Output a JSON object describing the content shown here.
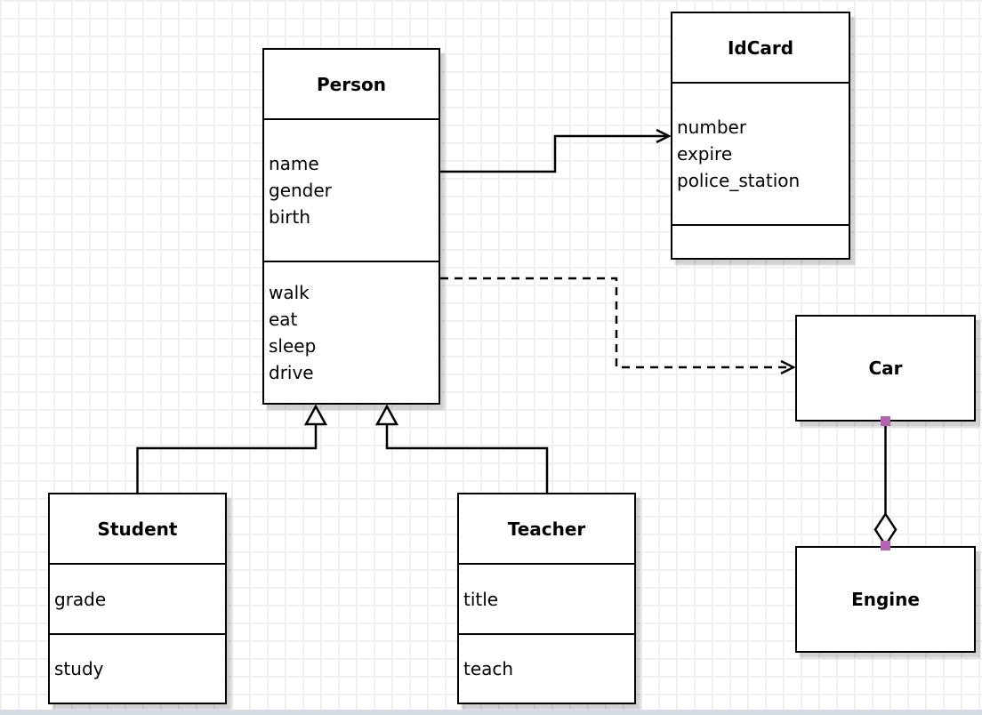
{
  "canvas": {
    "background": "#ffffff",
    "grid_color": "#f0f0f3",
    "bottom_strip_color": "#d4dde5"
  },
  "colors": {
    "stroke": "#000000",
    "handle": "#b266b2",
    "shape_fill": "#ffffff"
  },
  "classes": {
    "person": {
      "title": "Person",
      "attributes": [
        "name",
        "gender",
        "birth"
      ],
      "methods": [
        "walk",
        "eat",
        "sleep",
        "drive"
      ]
    },
    "idcard": {
      "title": "IdCard",
      "attributes": [
        "number",
        "expire",
        "police_station"
      ],
      "methods": []
    },
    "car": {
      "title": "Car"
    },
    "engine": {
      "title": "Engine"
    },
    "student": {
      "title": "Student",
      "attributes": [
        "grade"
      ],
      "methods": [
        "study"
      ]
    },
    "teacher": {
      "title": "Teacher",
      "attributes": [
        "title"
      ],
      "methods": [
        "teach"
      ]
    }
  },
  "edges": [
    {
      "from": "Person",
      "to": "IdCard",
      "type": "association",
      "style": "solid-open-arrow"
    },
    {
      "from": "Person",
      "to": "Car",
      "type": "dependency",
      "style": "dashed-open-arrow"
    },
    {
      "from": "Student",
      "to": "Person",
      "type": "generalization",
      "style": "solid-hollow-triangle"
    },
    {
      "from": "Teacher",
      "to": "Person",
      "type": "generalization",
      "style": "solid-hollow-triangle"
    },
    {
      "from": "Car",
      "to": "Engine",
      "type": "aggregation",
      "style": "solid-hollow-diamond"
    }
  ]
}
